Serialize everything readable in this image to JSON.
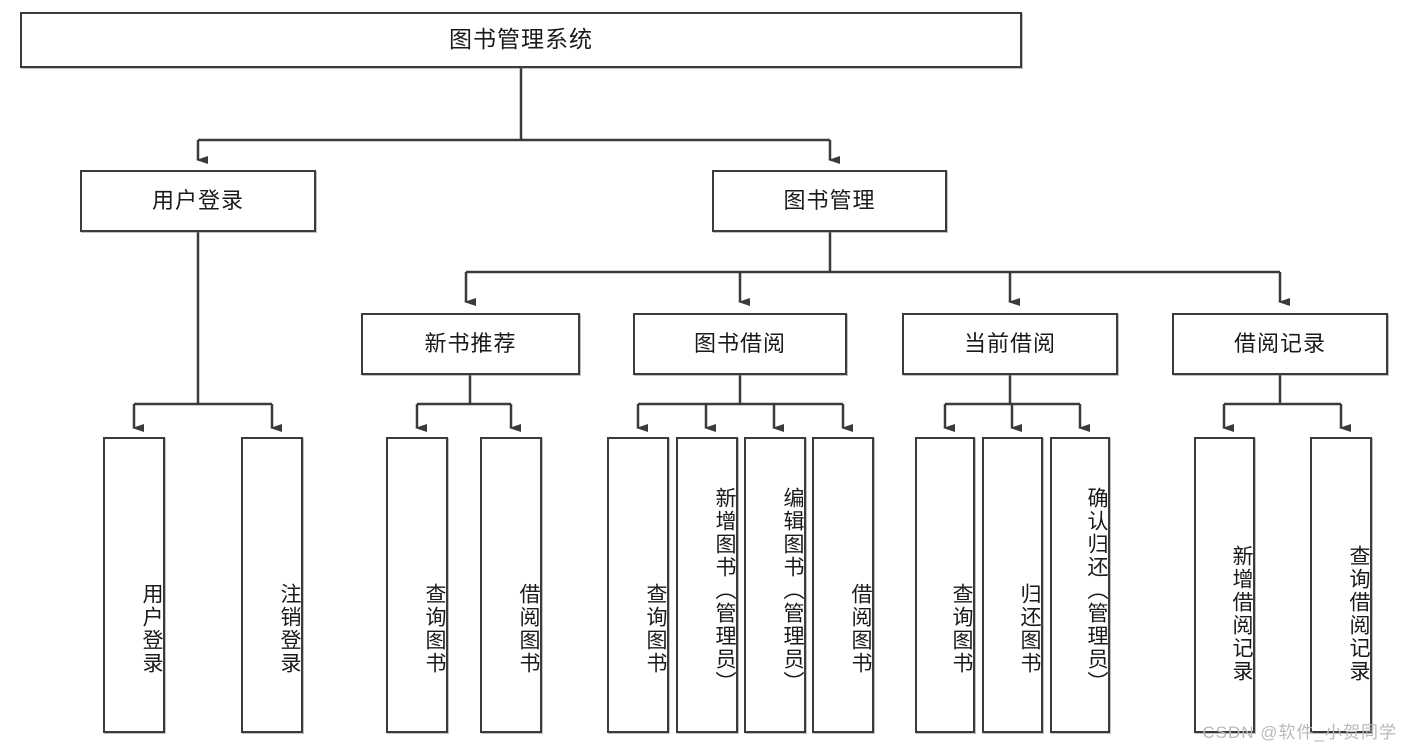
{
  "diagram": {
    "title": "图书管理系统",
    "root": {
      "label": "图书管理系统"
    },
    "level2": [
      {
        "label": "用户登录"
      },
      {
        "label": "图书管理"
      }
    ],
    "level3": [
      {
        "label": "新书推荐"
      },
      {
        "label": "图书借阅"
      },
      {
        "label": "当前借阅"
      },
      {
        "label": "借阅记录"
      }
    ],
    "leaves": {
      "user_login": [
        {
          "label": "用户登录"
        },
        {
          "label": "注销登录"
        }
      ],
      "new_book_recommend": [
        {
          "label": "查询图书"
        },
        {
          "label": "借阅图书"
        }
      ],
      "book_borrow": [
        {
          "label": "查询图书"
        },
        {
          "label": "新增图书（管理员）"
        },
        {
          "label": "编辑图书（管理员）"
        },
        {
          "label": "借阅图书"
        }
      ],
      "current_borrow": [
        {
          "label": "查询图书"
        },
        {
          "label": "归还图书"
        },
        {
          "label": "确认归还（管理员）"
        }
      ],
      "borrow_record": [
        {
          "label": "新增借阅记录"
        },
        {
          "label": "查询借阅记录"
        }
      ]
    }
  },
  "watermark": {
    "text": "CSDN @软件_小贺同学"
  },
  "colors": {
    "border": "#3b3b3b",
    "background": "#ffffff",
    "text": "#1a1a1a",
    "watermark": "#b9b9b9"
  }
}
